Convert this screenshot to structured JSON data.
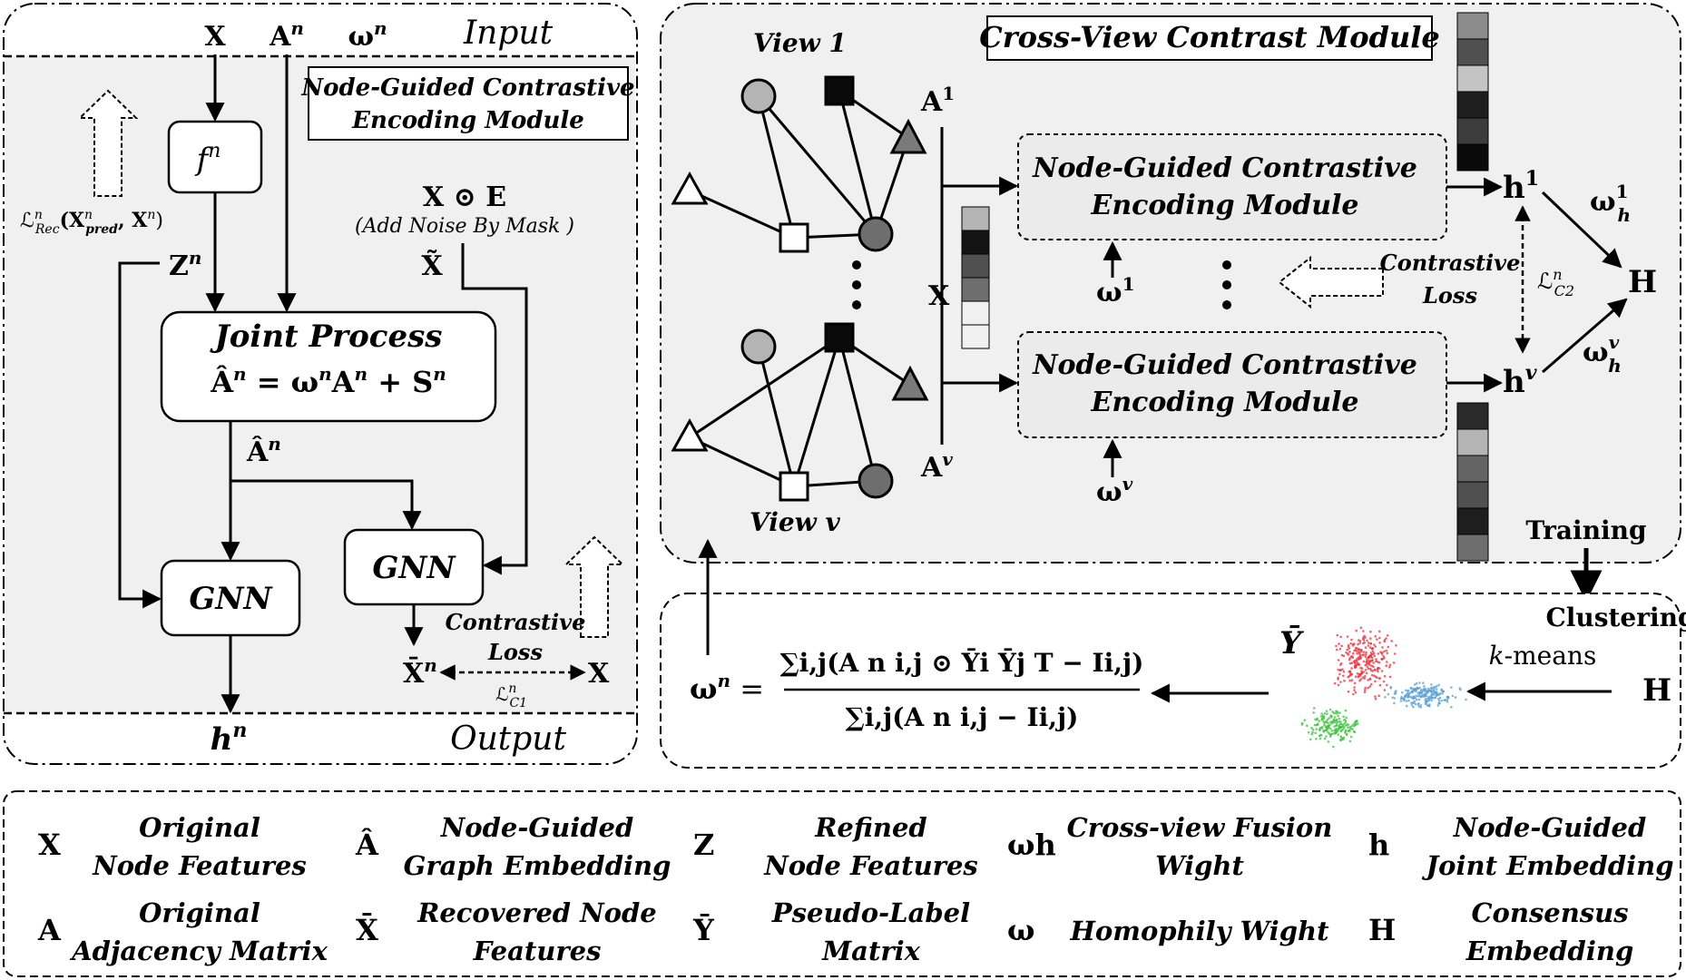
{
  "colors": {
    "panel_fill": "#f0f0f0",
    "stroke": "#000000",
    "red_cluster": "#e8323c",
    "green_cluster": "#3cc23c",
    "blue_cluster": "#5aa0d2"
  },
  "left_module": {
    "inputs": {
      "x": "X",
      "a": "A",
      "a_sup": "n",
      "omega": "ω",
      "omega_sup": "n"
    },
    "input_label": "Input",
    "title_line1": "Node-Guided Contrastive",
    "title_line2": "Encoding Module",
    "f_box": {
      "base": "f",
      "sup": "n"
    },
    "rec_loss": {
      "l": "ℒ",
      "sup": "n",
      "sub": "Rec",
      "args_open": "(X",
      "args_sup": "n",
      "args_sub": "pred",
      "args_mid": ", X",
      "args_sup2": "n",
      "args_close": ")"
    },
    "noise": {
      "expr": "X ⊙ E",
      "caption": "(Add Noise By Mask )",
      "tilde_x": "X̃"
    },
    "z": {
      "base": "Z",
      "sup": "n"
    },
    "joint": {
      "title": "Joint Process",
      "eq_lhs": "Â",
      "eq_lhs_sup": "n",
      "eq_eq": " = ",
      "eq_w": "ω",
      "eq_w_sup": "n",
      "eq_a": "A",
      "eq_a_sup": "n",
      "eq_plus": " + ",
      "eq_s": "S",
      "eq_s_sup": "n"
    },
    "a_hat": {
      "base": "Â",
      "sup": "n"
    },
    "gnn_left": "GNN",
    "gnn_right": "GNN",
    "contrastive": "Contrastive",
    "loss": "Loss",
    "x_bar": {
      "base": "X̄",
      "sup": "n"
    },
    "x_out": "X",
    "lc1": {
      "l": "ℒ",
      "sup": "n",
      "sub": "C1"
    },
    "h_out": {
      "base": "h",
      "sup": "n"
    },
    "output_label": "Output"
  },
  "cross_view": {
    "title": "Cross-View Contrast Module",
    "view1": "View 1",
    "viewv": "View v",
    "a1": {
      "base": "A",
      "sup": "1"
    },
    "av": {
      "base": "A",
      "sup": "v"
    },
    "x": "X",
    "enc_top_line1": "Node-Guided Contrastive",
    "enc_top_line2": "Encoding Module",
    "enc_bot_line1": "Node-Guided Contrastive",
    "enc_bot_line2": "Encoding Module",
    "omega1": {
      "base": "ω",
      "sup": "1"
    },
    "omegav": {
      "base": "ω",
      "sup": "v"
    },
    "contrastive": "Contrastive",
    "loss": "Loss",
    "lc2": {
      "l": "ℒ",
      "sup": "n",
      "sub": "C2"
    },
    "h1": {
      "base": "h",
      "sup": "1"
    },
    "hv": {
      "base": "h",
      "sup": "v"
    },
    "wh1": {
      "base": "ω",
      "sup": "1",
      "sub": "h"
    },
    "whv": {
      "base": "ω",
      "sup": "v",
      "sub": "h"
    },
    "H": "H",
    "training": "Training",
    "clustering": "Clustering"
  },
  "clustering": {
    "formula_lhs": "ω",
    "formula_lhs_sup": "n",
    "numerator": "∑i,j(A n i,j ⊙ Ȳi Ȳj T − Ii,j)",
    "denominator": "∑i,j(A n i,j − Ii,j)",
    "y_bar": "Ȳ",
    "kmeans_k": "k",
    "kmeans_rest": "-means",
    "H": "H"
  },
  "legend": [
    {
      "symbol": "X",
      "line1": "Original",
      "line2": "Node Features"
    },
    {
      "symbol": "Â",
      "line1": "Node-Guided",
      "line2": "Graph Embedding"
    },
    {
      "symbol": "Z",
      "line1": "Refined",
      "line2": "Node Features"
    },
    {
      "symbol": "ωh",
      "line1": "Cross-view Fusion",
      "line2": "Wight"
    },
    {
      "symbol": "h",
      "line1": "Node-Guided",
      "line2": "Joint Embedding"
    },
    {
      "symbol": "A",
      "line1": "Original",
      "line2": "Adjacency Matrix"
    },
    {
      "symbol": "X̄",
      "line1": "Recovered Node",
      "line2": "Features"
    },
    {
      "symbol": "Ȳ",
      "line1": "Pseudo-Label",
      "line2": "Matrix"
    },
    {
      "symbol": "ω",
      "line1": "Homophily Wight",
      "line2": ""
    },
    {
      "symbol": "H",
      "line1": "Consensus",
      "line2": "Embedding"
    }
  ]
}
